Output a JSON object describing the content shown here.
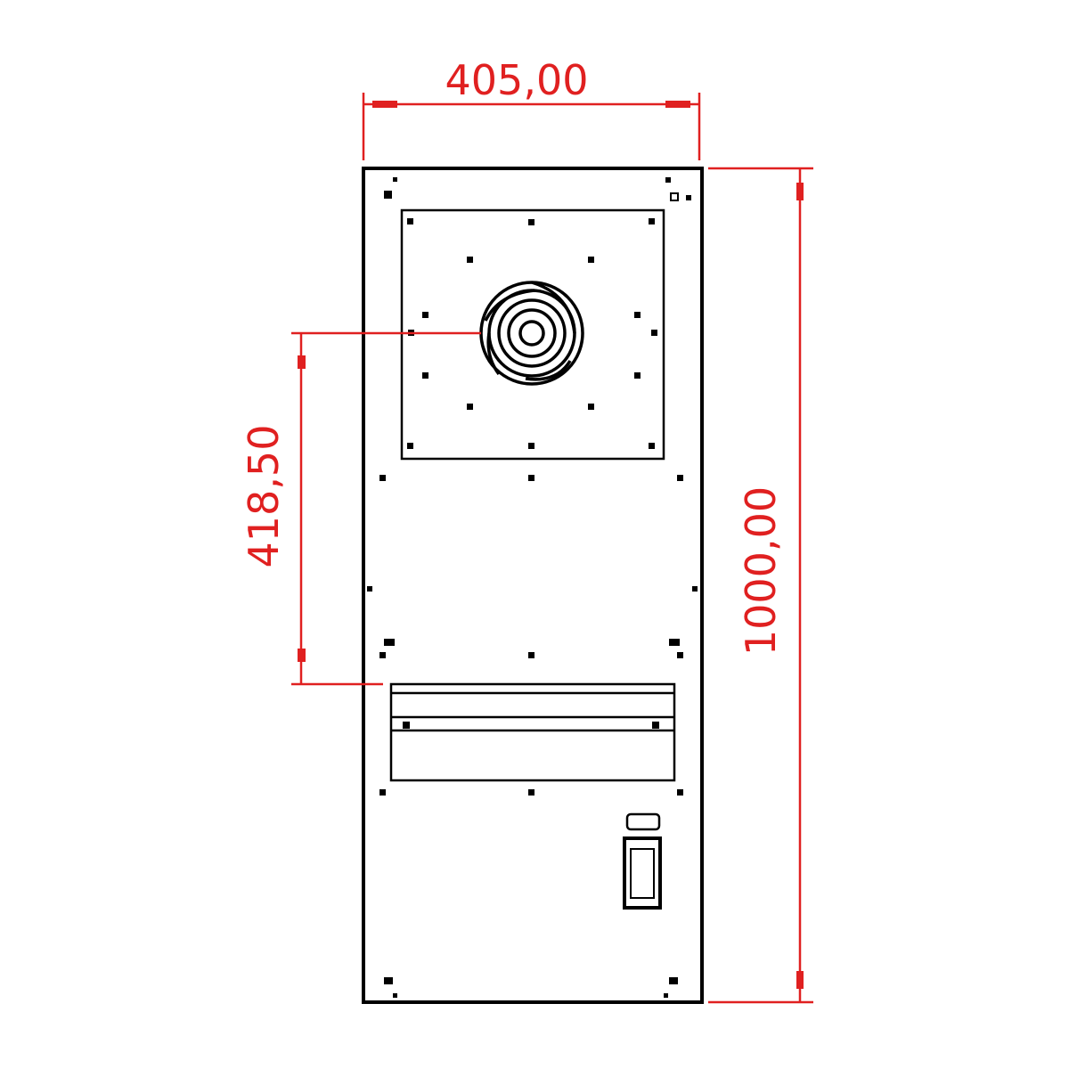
{
  "colors": {
    "dimension": "#e02020",
    "outline": "#000000",
    "background": "#ffffff"
  },
  "dimensions": {
    "width": "405,00",
    "height": "1000,00",
    "fan_center_height": "418,50"
  }
}
